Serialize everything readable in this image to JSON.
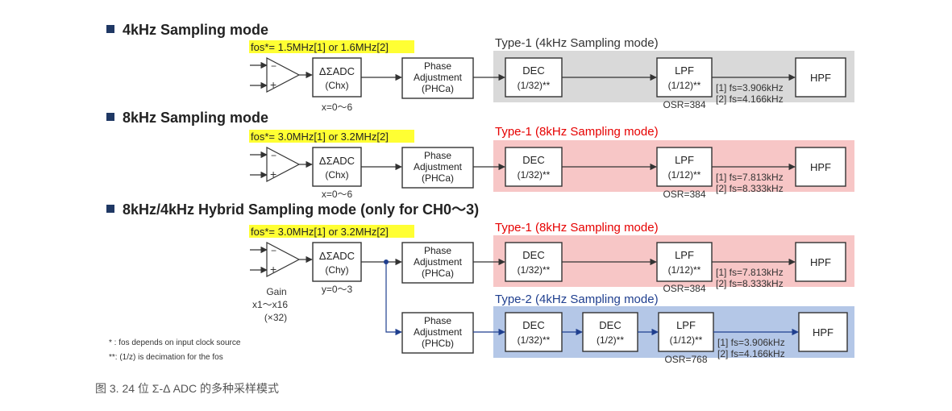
{
  "sections": [
    {
      "heading": "4kHz Sampling mode",
      "fos": "fos*= 1.5MHz[1] or 1.6MHz[2]",
      "adc_label": "ΔΣADC",
      "adc_channel": "(Chx)",
      "index_note": "x=0～6",
      "phase": [
        "Phase",
        "Adjustment",
        "(PHCa)"
      ],
      "type_label": "Type-1  (4kHz Sampling mode)",
      "type_color": "#333333",
      "band_color": "#d9d9d9",
      "dec": [
        "DEC",
        "(1/32)**"
      ],
      "lpf": [
        "LPF",
        "(1/12)**"
      ],
      "osr": "OSR=384",
      "fs": [
        "[1] fs=3.906kHz",
        "[2] fs=4.166kHz"
      ],
      "hpf": "HPF"
    },
    {
      "heading": "8kHz Sampling mode",
      "fos": "fos*= 3.0MHz[1] or 3.2MHz[2]",
      "adc_label": "ΔΣADC",
      "adc_channel": "(Chx)",
      "index_note": "x=0～6",
      "phase": [
        "Phase",
        "Adjustment",
        "(PHCa)"
      ],
      "type_label": "Type-1  (8kHz Sampling mode)",
      "type_color": "#e60000",
      "band_color": "#f7c6c6",
      "dec": [
        "DEC",
        "(1/32)**"
      ],
      "lpf": [
        "LPF",
        "(1/12)**"
      ],
      "osr": "OSR=384",
      "fs": [
        "[1] fs=7.813kHz",
        "[2] fs=8.333kHz"
      ],
      "hpf": "HPF"
    },
    {
      "heading": "8kHz/4kHz Hybrid Sampling mode (only for CH0～3)",
      "fos": "fos*= 3.0MHz[1] or 3.2MHz[2]",
      "adc_label": "ΔΣADC",
      "adc_channel": "(Chy)",
      "index_note": "y=0～3",
      "gain": [
        "Gain",
        "x1～x16",
        "(×32)"
      ],
      "type1": {
        "phase": [
          "Phase",
          "Adjustment",
          "(PHCa)"
        ],
        "type_label": "Type-1  (8kHz Sampling mode)",
        "type_color": "#e60000",
        "band_color": "#f7c6c6",
        "dec": [
          "DEC",
          "(1/32)**"
        ],
        "lpf": [
          "LPF",
          "(1/12)**"
        ],
        "osr": "OSR=384",
        "fs": [
          "[1] fs=7.813kHz",
          "[2] fs=8.333kHz"
        ],
        "hpf": "HPF"
      },
      "type2": {
        "phase": [
          "Phase",
          "Adjustment",
          "(PHCb)"
        ],
        "type_label": "Type-2  (4kHz Sampling mode)",
        "type_color": "#1f3f8f",
        "band_color": "#b4c7e7",
        "dec1": [
          "DEC",
          "(1/32)**"
        ],
        "dec2": [
          "DEC",
          "(1/2)**"
        ],
        "lpf": [
          "LPF",
          "(1/12)**"
        ],
        "osr": "OSR=768",
        "fs": [
          "[1] fs=3.906kHz",
          "[2] fs=4.166kHz"
        ],
        "hpf": "HPF"
      }
    }
  ],
  "footnotes": [
    "* : fos depends on input clock source",
    "**: (1/z) is decimation for the fos"
  ],
  "caption": "图 3. 24 位 Σ-Δ ADC 的多种采样模式",
  "colors": {
    "highlight": "#ffff33",
    "bullet": "#1f3864",
    "line": "#333333",
    "branch": "#1f3f8f"
  }
}
